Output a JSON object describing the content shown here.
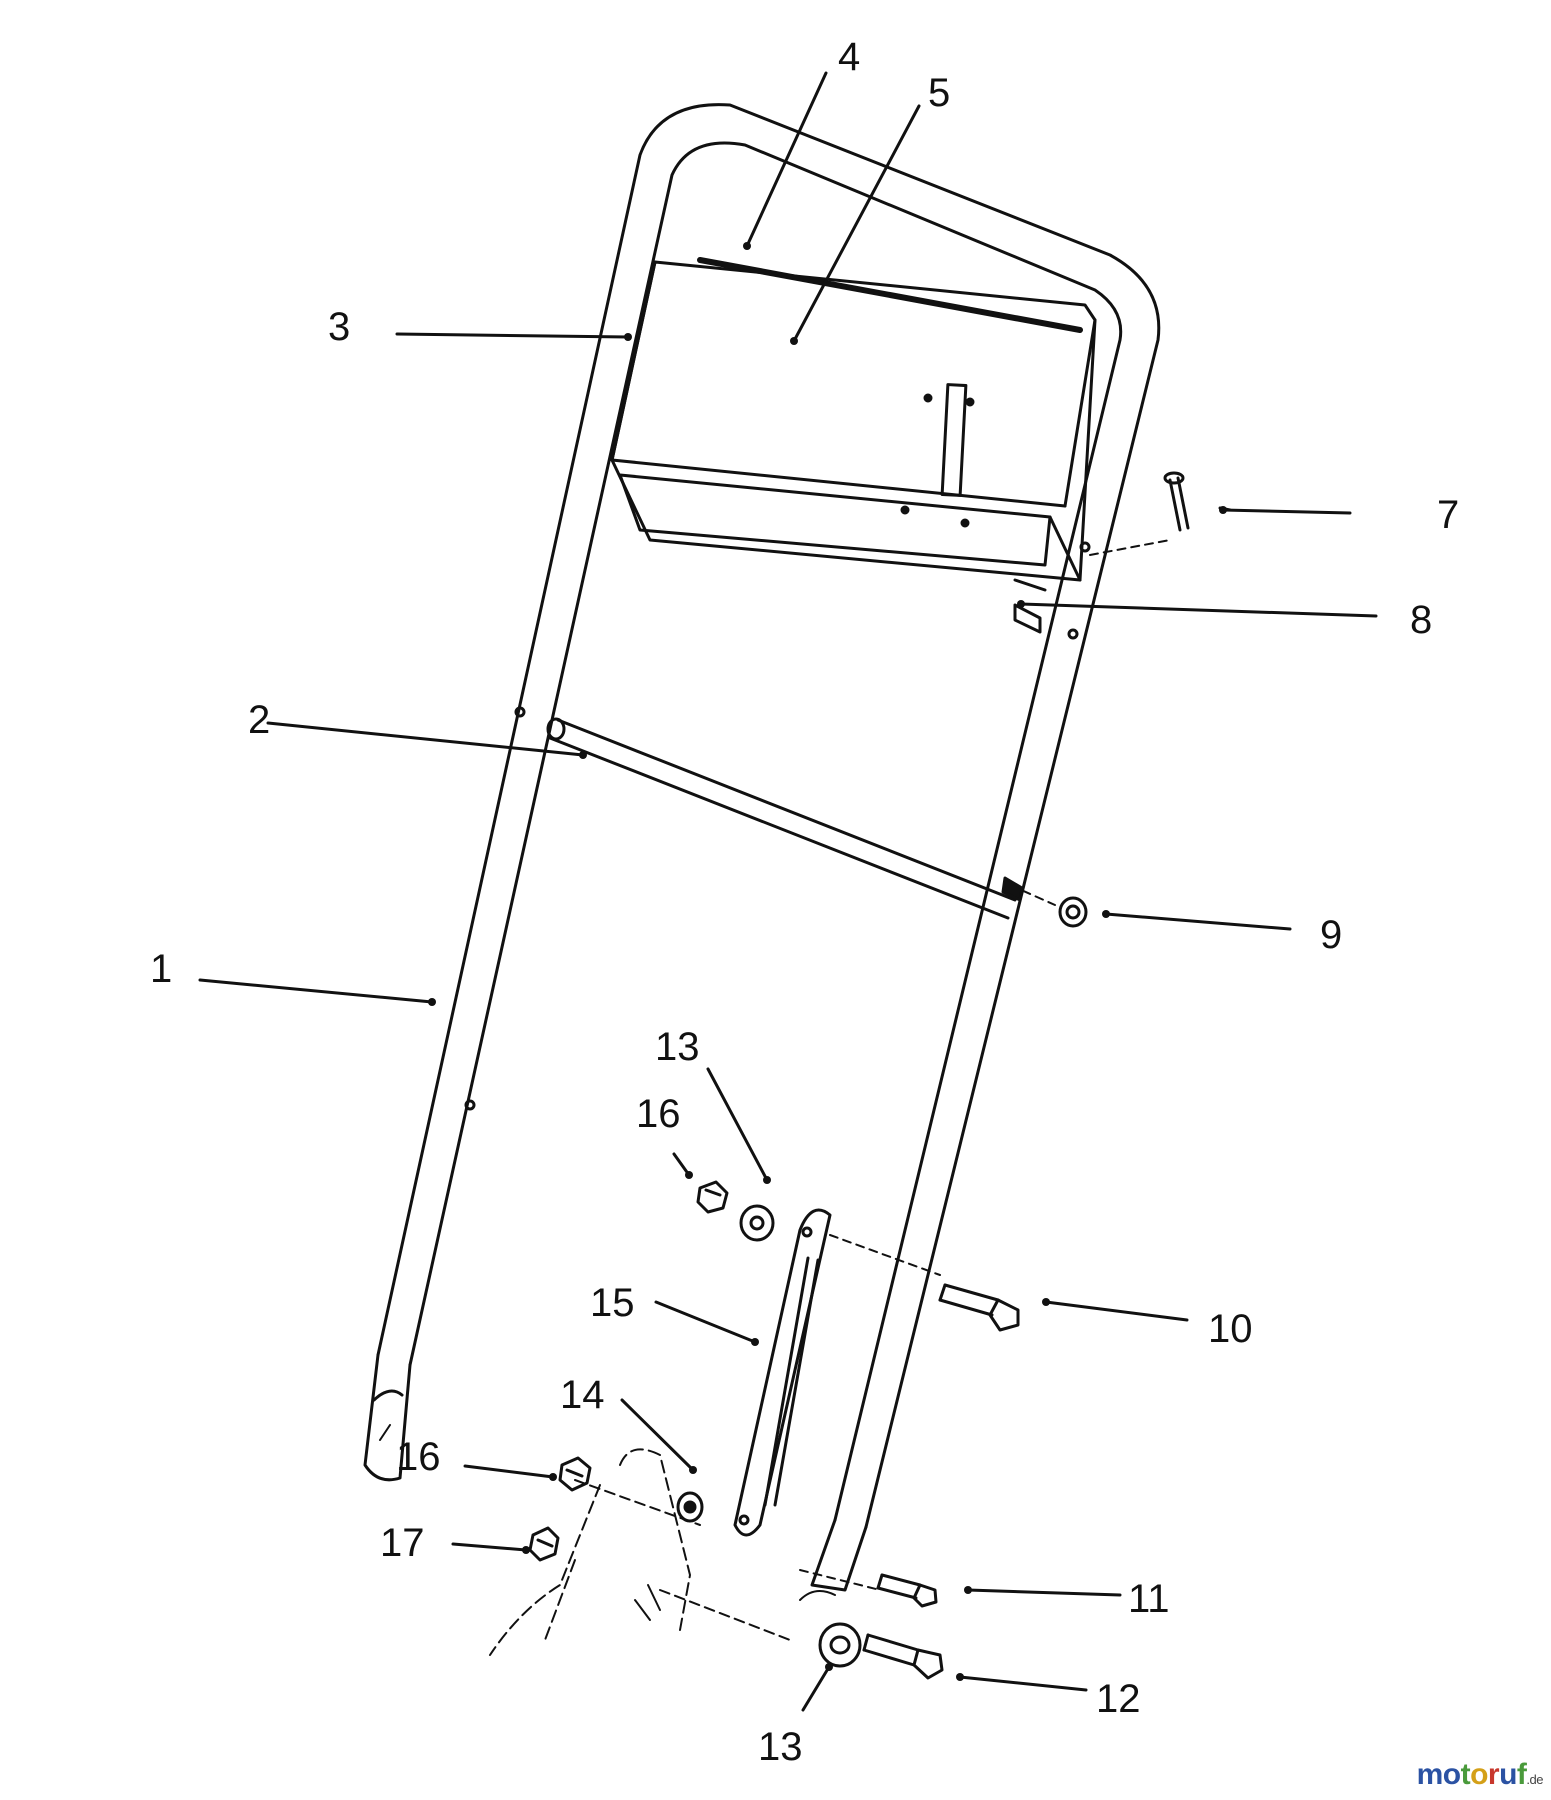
{
  "callouts": {
    "p1": "1",
    "p2": "2",
    "p3": "3",
    "p4": "4",
    "p5": "5",
    "p7": "7",
    "p8": "8",
    "p9": "9",
    "p10": "10",
    "p11": "11",
    "p12": "12",
    "p13a": "13",
    "p13b": "13",
    "p14": "14",
    "p15": "15",
    "p16a": "16",
    "p16b": "16",
    "p17": "17"
  },
  "watermark": {
    "letters": [
      "m",
      "o",
      "t",
      "o",
      "r",
      "u",
      "f"
    ],
    "letter_colors": [
      "#2b52a3",
      "#2b52a3",
      "#4a9a3b",
      "#d4a018",
      "#c8372c",
      "#2b52a3",
      "#4a9a3b"
    ],
    "suffix": ".de"
  },
  "colors": {
    "line": "#111111",
    "paper": "#ffffff"
  }
}
